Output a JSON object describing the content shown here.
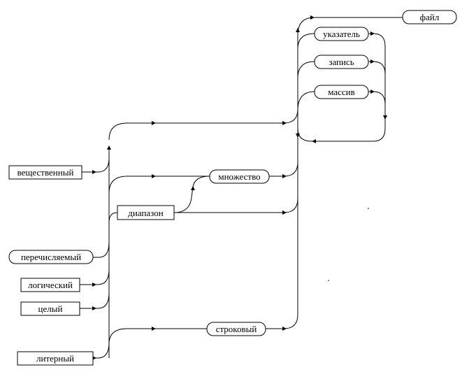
{
  "diagram": {
    "terms": {
      "file": "файл",
      "pointer": "указатель",
      "record": "запись",
      "array": "массив",
      "set": "множество",
      "range": "диапазон",
      "string": "строковый",
      "real": "вещественный",
      "enumerated": "перечисляемый",
      "boolean": "логический",
      "integer": "целый",
      "char": "литерный"
    }
  }
}
